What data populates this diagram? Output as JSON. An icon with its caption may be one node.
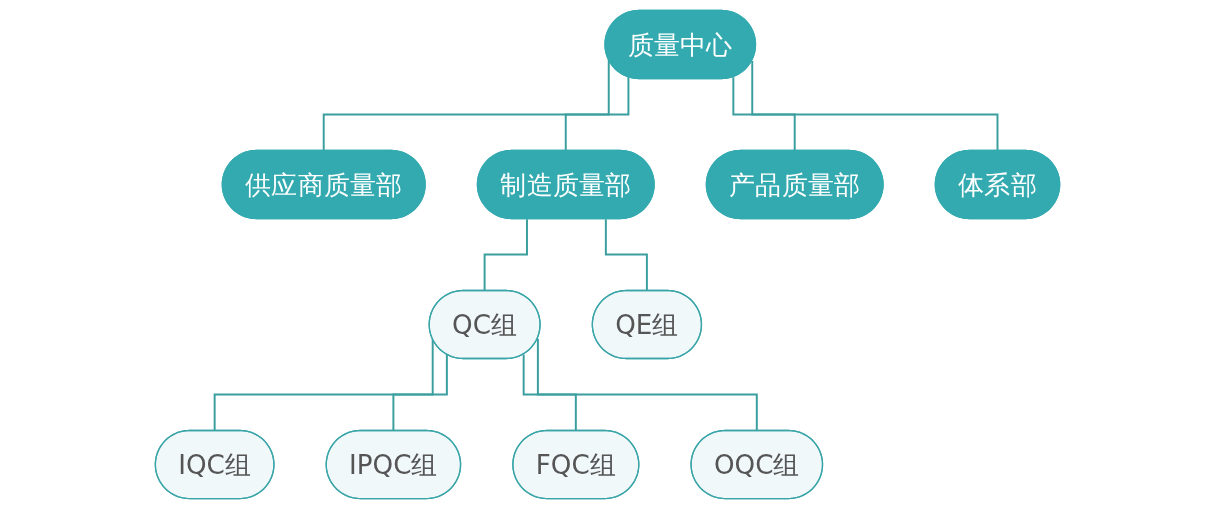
{
  "diagram": {
    "nodes": [
      {
        "text": [
          "质量中心"
        ]
      },
      {
        "text": [
          "供应商质量部"
        ]
      },
      {
        "text": [
          "制造质量部"
        ]
      },
      {
        "text": [
          "产品质量部"
        ]
      },
      {
        "text": [
          "体系部"
        ]
      },
      {
        "text": [
          "QC组"
        ]
      },
      {
        "text": [
          "QE组"
        ]
      },
      {
        "text": [
          "IQC组"
        ]
      },
      {
        "text": [
          "IPQC组"
        ]
      },
      {
        "text": [
          "FQC组"
        ]
      },
      {
        "text": [
          "OQC组"
        ]
      }
    ],
    "edges": [
      {
        "from": 0,
        "to": 1,
        "arrow": "none"
      },
      {
        "from": 0,
        "to": 2,
        "arrow": "none"
      },
      {
        "from": 0,
        "to": 3,
        "arrow": "none"
      },
      {
        "from": 0,
        "to": 4,
        "arrow": "none"
      },
      {
        "from": 2,
        "to": 5,
        "arrow": "none"
      },
      {
        "from": 2,
        "to": 6,
        "arrow": "none"
      },
      {
        "from": 5,
        "to": 7,
        "arrow": "none"
      },
      {
        "from": 5,
        "to": 8,
        "arrow": "none"
      },
      {
        "from": 5,
        "to": 9,
        "arrow": "none"
      },
      {
        "from": 5,
        "to": 10,
        "arrow": "none"
      }
    ]
  }
}
